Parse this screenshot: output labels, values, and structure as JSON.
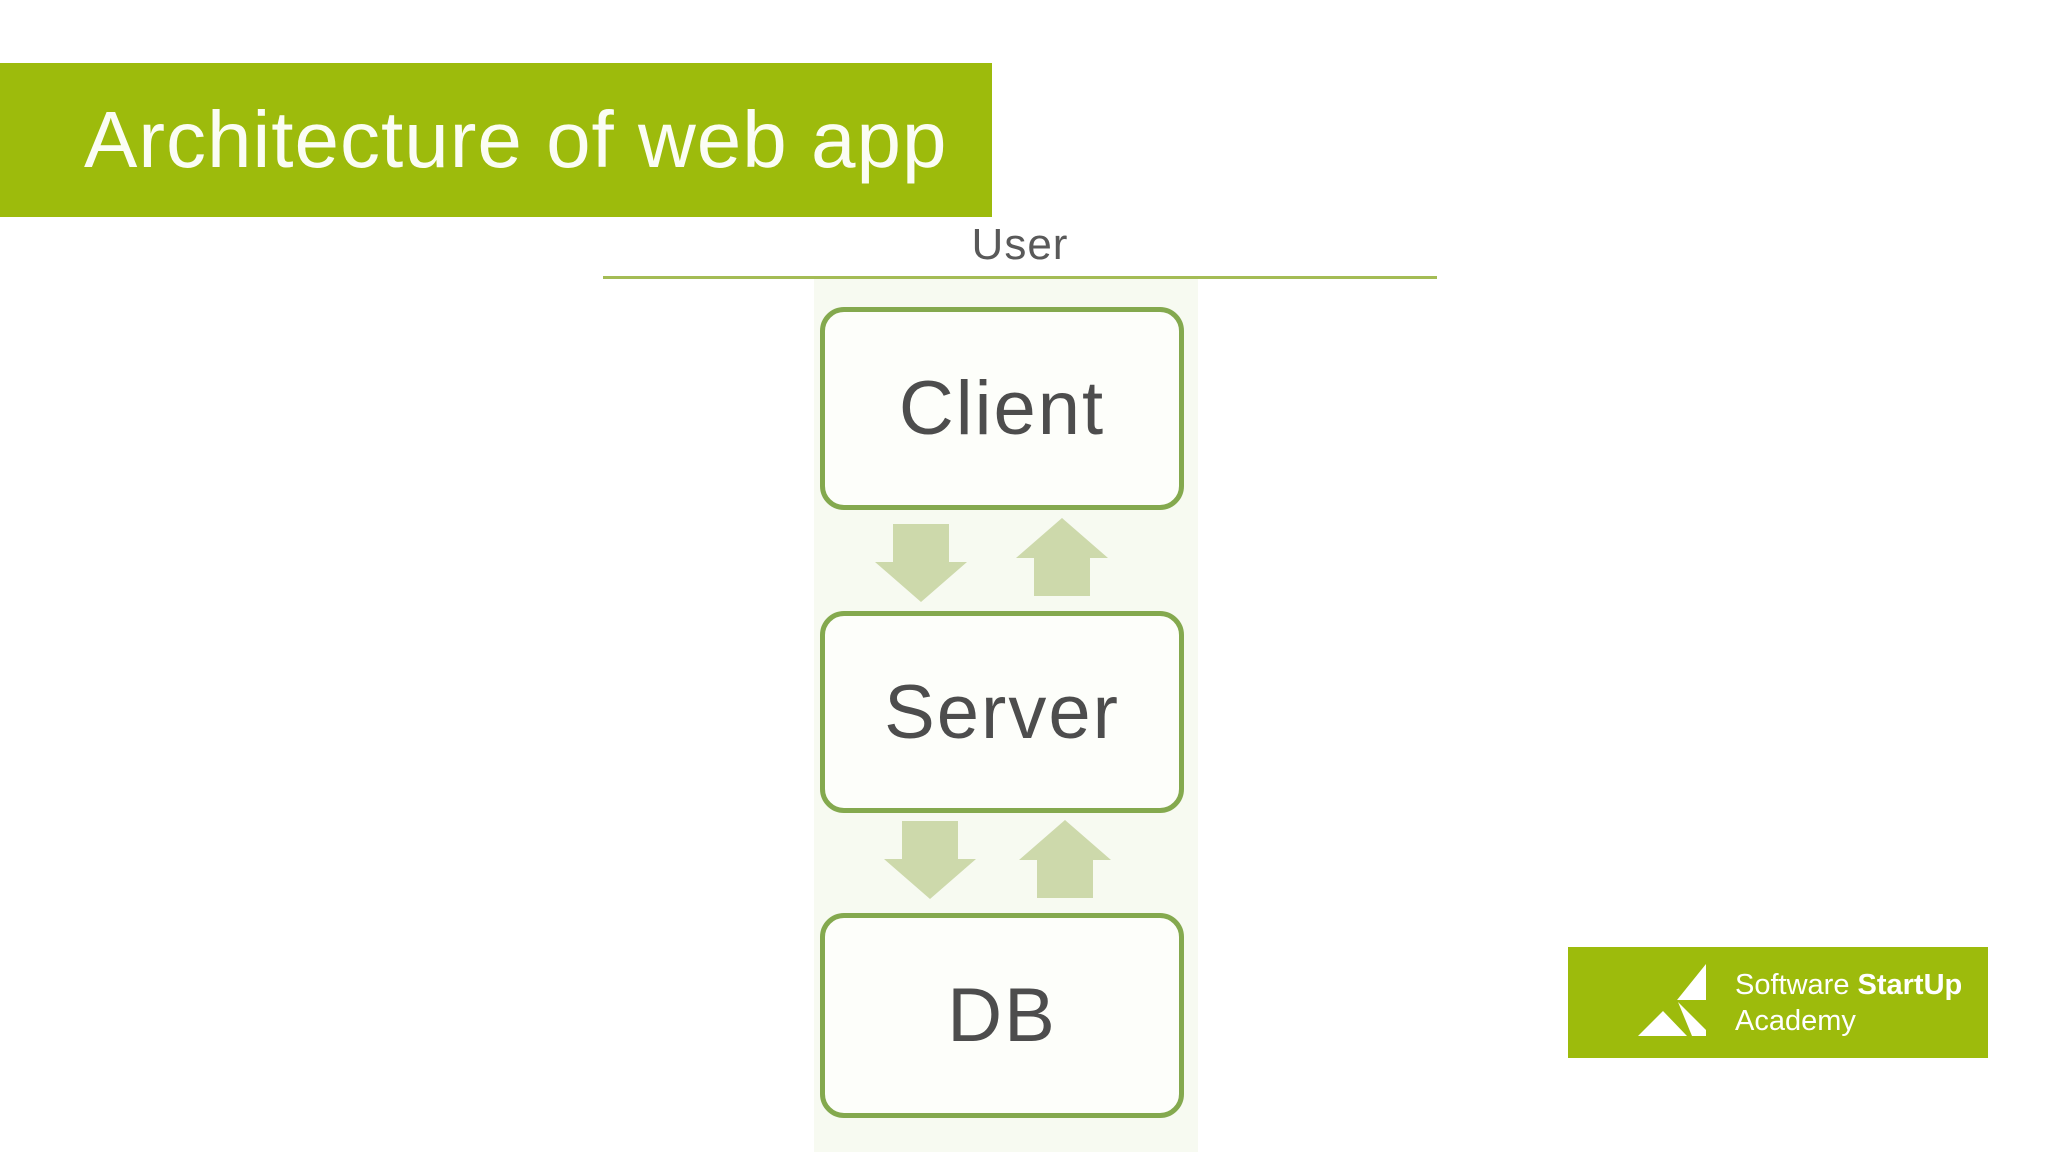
{
  "slide": {
    "title": "Architecture of web app"
  },
  "diagram": {
    "user_label": "User",
    "nodes": [
      {
        "id": "client",
        "label": "Client"
      },
      {
        "id": "server",
        "label": "Server"
      },
      {
        "id": "db",
        "label": "DB"
      }
    ],
    "arrows": [
      {
        "between": "client-server",
        "directions": [
          "down",
          "up"
        ]
      },
      {
        "between": "server-db",
        "directions": [
          "down",
          "up"
        ]
      }
    ]
  },
  "logo": {
    "line1_light": "Software ",
    "line1_bold": "StartUp",
    "line2": "Academy"
  },
  "colors": {
    "brand_green": "#9DBB0C",
    "border_green": "#84A94E",
    "line_green": "#A4BC55",
    "arrow_green": "#CDD9AB",
    "node_text": "#4D4D4D",
    "user_text": "#595959",
    "title_text": "#FBFDF4",
    "band_tint": "#EEF3DF"
  }
}
